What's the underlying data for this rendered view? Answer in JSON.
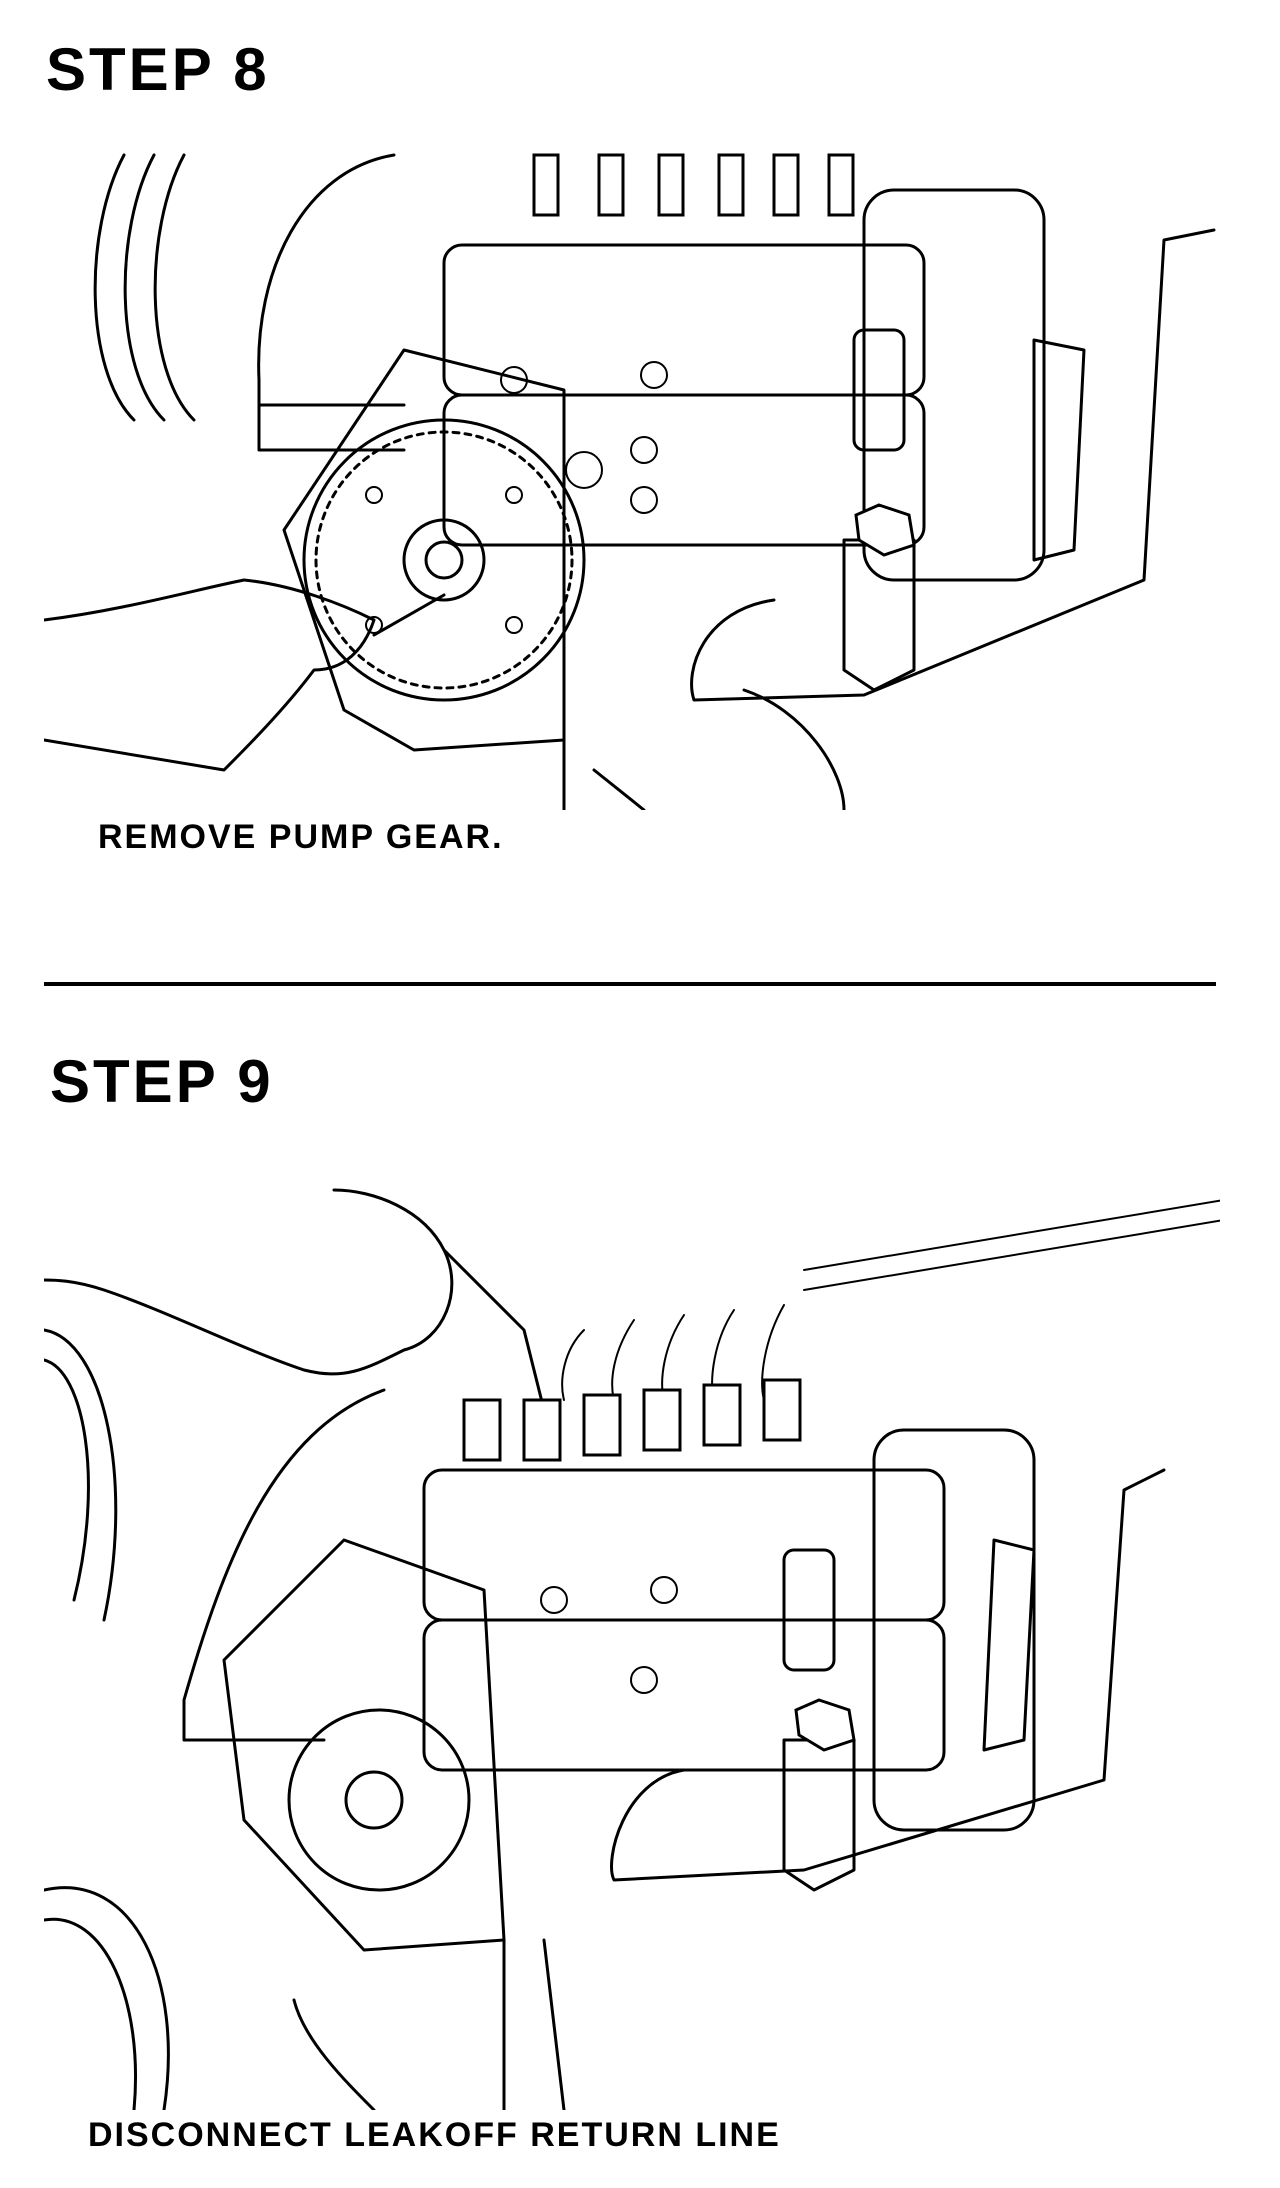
{
  "step8": {
    "heading": "STEP 8",
    "caption": "REMOVE PUMP GEAR."
  },
  "step9": {
    "heading": "STEP 9",
    "caption": "DISCONNECT LEAKOFF RETURN LINE"
  }
}
